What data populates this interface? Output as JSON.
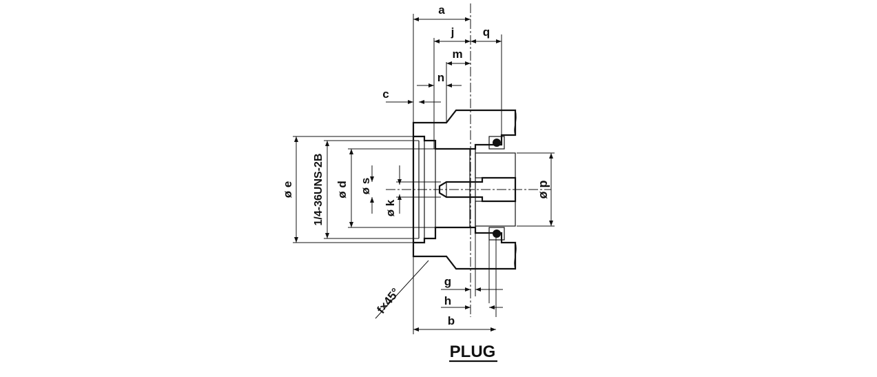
{
  "drawing": {
    "title": "PLUG",
    "labels": {
      "a": "a",
      "b": "b",
      "c": "c",
      "d": "ø d",
      "e": "ø e",
      "g": "g",
      "h": "h",
      "j": "j",
      "k": "ø k",
      "m": "m",
      "n": "n",
      "p": "ø p",
      "q": "q",
      "s": "ø s",
      "thread": "1/4-36UNS-2B",
      "chamfer": "f×45°"
    }
  }
}
